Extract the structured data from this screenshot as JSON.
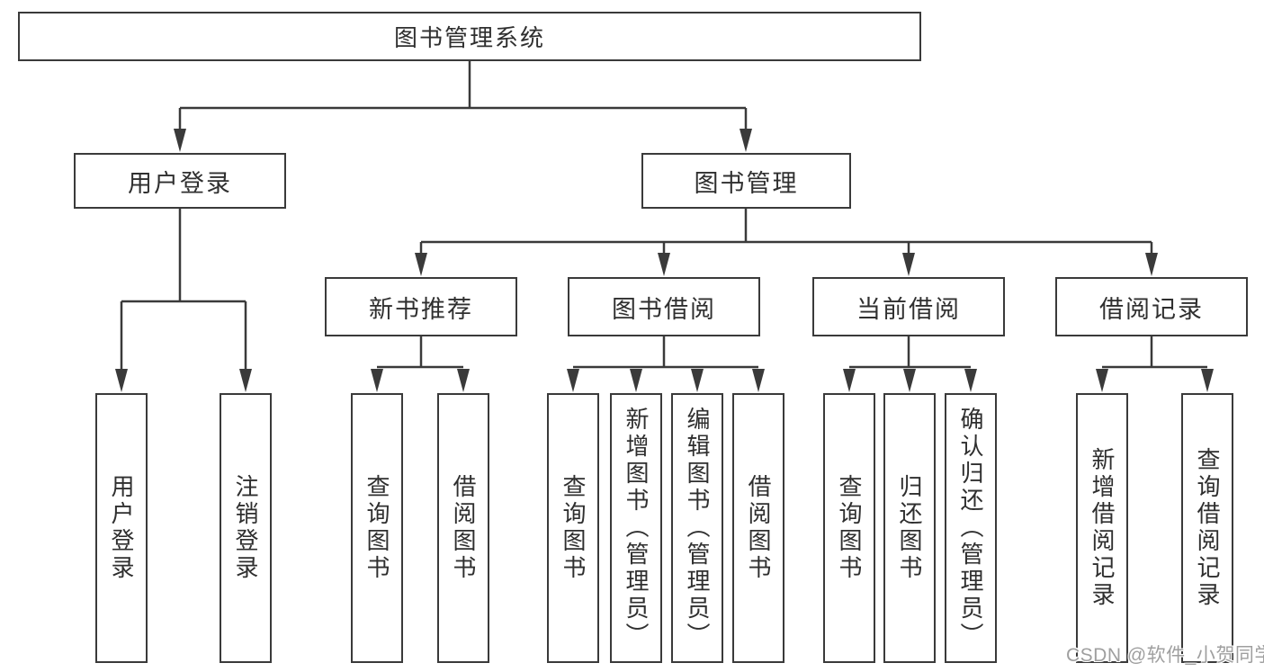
{
  "nodes": {
    "root": "图书管理系统",
    "level2": [
      "用户登录",
      "图书管理"
    ],
    "level3": [
      "新书推荐",
      "图书借阅",
      "当前借阅",
      "借阅记录"
    ],
    "leaves_login": [
      "用户登录",
      "注销登录"
    ],
    "leaves_recommend": [
      "查询图书",
      "借阅图书"
    ],
    "leaves_borrow": [
      "查询图书",
      "新增图书（管理员）",
      "编辑图书（管理员）",
      "借阅图书"
    ],
    "leaves_current": [
      "查询图书",
      "归还图书",
      "确认归还（管理员）"
    ],
    "leaves_records": [
      "新增借阅记录",
      "查询借阅记录"
    ]
  },
  "watermark": "CSDN @软件_小贺同学",
  "colors": {
    "line": "#3a3a3a",
    "text": "#2f2f2f",
    "box_background": "#ffffff",
    "page_background": "#ffffff",
    "watermark": "#9f9f9f"
  }
}
